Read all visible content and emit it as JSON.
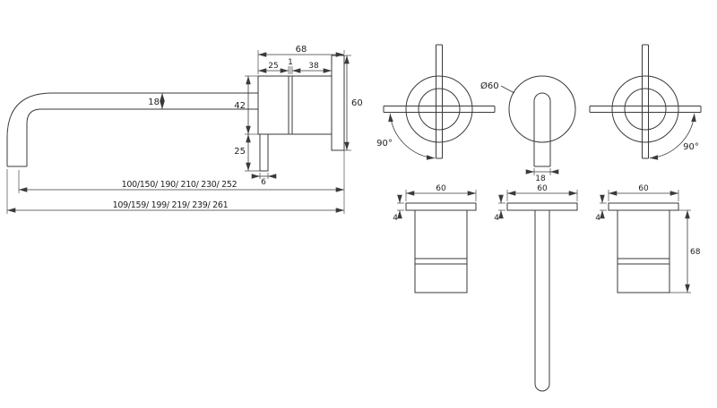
{
  "colors": {
    "line": "#3a3a3a",
    "text": "#222222",
    "background": "#ffffff"
  },
  "side_view": {
    "total_width": "68",
    "cartridge_width": "25",
    "gap": "1",
    "body_width": "38",
    "spout_diameter": "18",
    "body_height": "42",
    "flange_height": "60",
    "handle_length": "25",
    "handle_width": "6",
    "spout_reach_options": "100/150/ 190/ 210/ 230/ 252",
    "overall_reach_options": "109/159/ 199/ 219/ 239/ 261"
  },
  "front_view": {
    "left_handle_rotation": "90°",
    "right_handle_rotation": "90°",
    "escutcheon_diameter": "Ø60",
    "spout_width": "18"
  },
  "plan_view": {
    "left_flange_width": "60",
    "middle_flange_width": "60",
    "right_flange_width": "60",
    "left_flange_thickness": "4",
    "middle_flange_thickness": "4",
    "right_flange_thickness": "4",
    "body_depth": "68"
  }
}
